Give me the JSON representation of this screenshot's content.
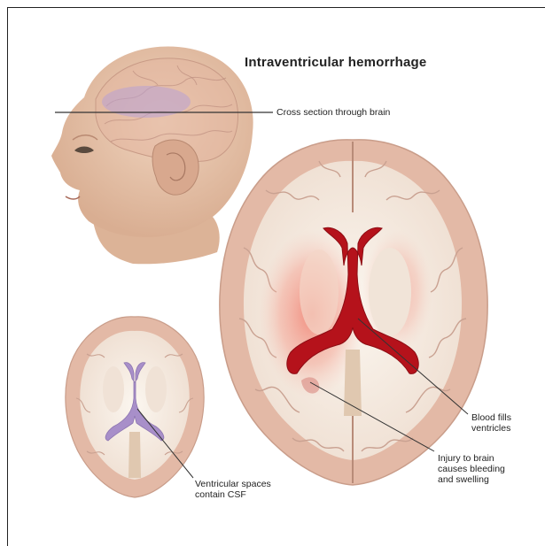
{
  "diagram": {
    "title": "Intraventricular hemorrhage",
    "labels": {
      "cross_section": "Cross section through brain",
      "blood_fills": "Blood fills\nventricles",
      "injury": "Injury to brain\ncauses bleeding\nand swelling",
      "csf": "Ventricular spaces\ncontain CSF"
    }
  },
  "colors": {
    "skin": "#e7c4a8",
    "brain_cortex": "#e3b9a6",
    "white_matter": "#f4ece2",
    "blood": "#b5121b",
    "hemorrhage_glow": "#f07a6a",
    "csf": "#a88fc9"
  }
}
